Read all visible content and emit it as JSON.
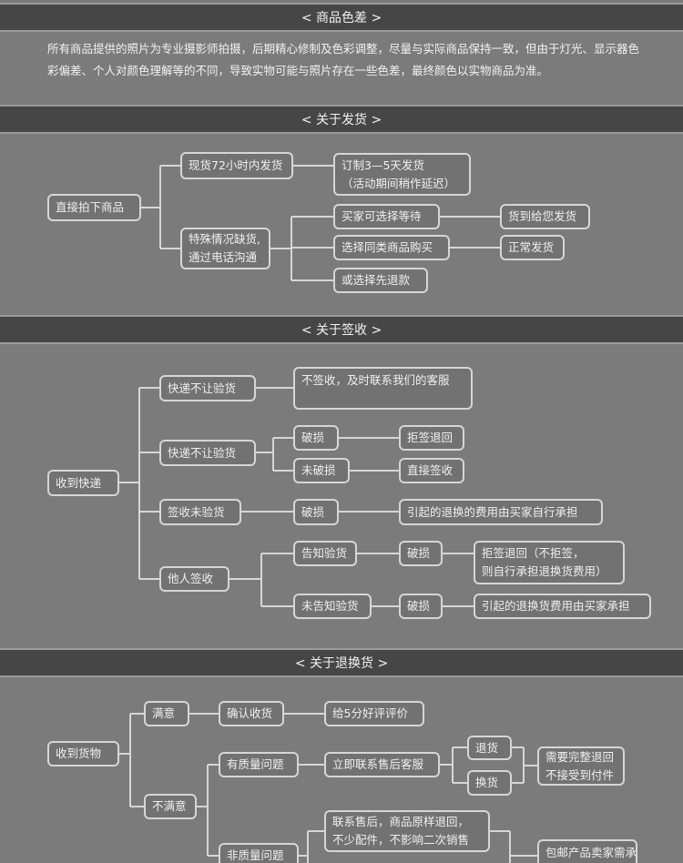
{
  "sections": {
    "color": {
      "title": "< 商品色差 >",
      "text": "所有商品提供的照片为专业摄影师拍摄，后期精心修制及色彩调整，尽量与实际商品保持一致，但由于灯光、显示器色彩偏差、个人对颜色理解等的不同，导致实物可能与照片存在一些色差，最终颜色以实物商品为准。"
    },
    "shipping": {
      "title": "< 关于发货 >",
      "root": "直接拍下商品",
      "in_stock": "现货72小时内发货",
      "custom_1": "订制3—5天发货",
      "custom_2": "（活动期间稍作延迟）",
      "shortage_1": "特殊情况缺货,",
      "shortage_2": "通过电话沟通",
      "wait": "买家可选择等待",
      "ship_on_arrival": "货到给您发货",
      "similar": "选择同类商品购买",
      "normal_ship": "正常发货",
      "refund": "或选择先退款"
    },
    "receipt": {
      "title": "< 关于签收 >",
      "root": "收到快递",
      "no_inspect_1": "快递不让验货",
      "no_sign": "不签收，及时联系我们的客服",
      "no_inspect_2": "快递不让验货",
      "damaged": "破损",
      "not_damaged": "未破损",
      "reject_return": "拒签退回",
      "sign_direct": "直接签收",
      "signed_uninspected": "签收未验货",
      "buyer_pays_1": "引起的退换的费用由买家自行承担",
      "others_signed": "他人签收",
      "notified": "告知验货",
      "reject_note_1": "拒签退回（不拒签，",
      "reject_note_2": "则自行承担退换货费用）",
      "not_notified": "未告知验货",
      "buyer_pays_2": "引起的退换货费用由买家承担"
    },
    "returns": {
      "title": "< 关于退换货 >",
      "root": "收到货物",
      "satisfied": "满意",
      "confirm": "确认收货",
      "rate": "给5分好评评价",
      "unsatisfied": "不满意",
      "quality": "有质量问题",
      "contact": "立即联系售后客服",
      "return": "退货",
      "exchange": "换货",
      "complete_1": "需要完整退回",
      "complete_2": "不接受到付件",
      "non_quality": "非质量问题",
      "contact2_1": "联系售后，商品原样退回，",
      "contact2_2": "不少配件，不影响二次销售",
      "free_ship": "包邮产品卖家需承"
    }
  }
}
